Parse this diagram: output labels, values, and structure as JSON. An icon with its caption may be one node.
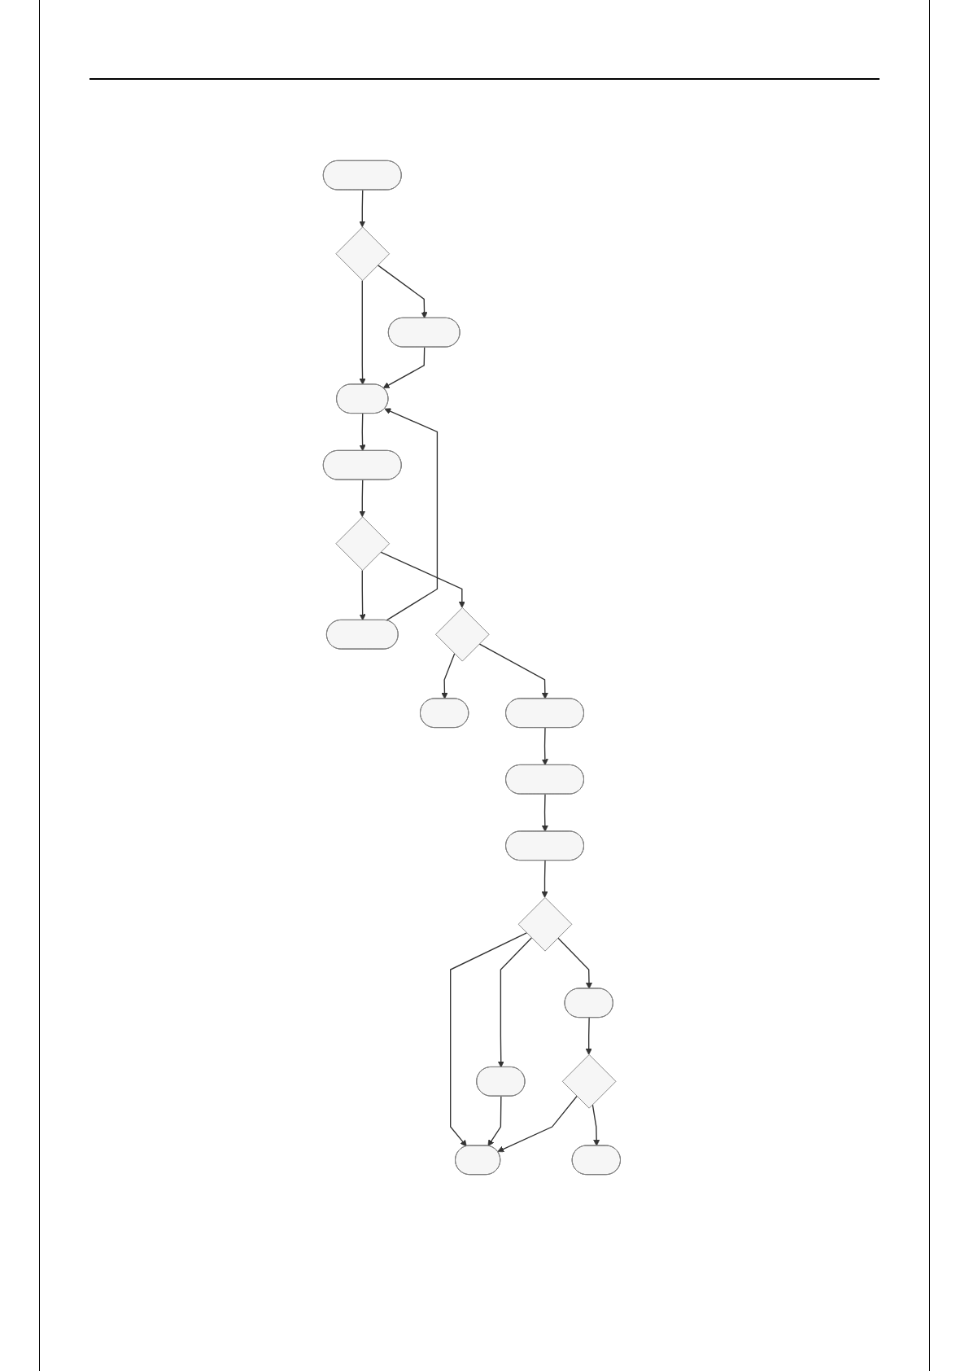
{
  "diagram": {
    "nodes": [
      {
        "text": [],
        "shape": "box"
      },
      {
        "text": [],
        "shape": "diamond"
      },
      {
        "text": [],
        "shape": "box"
      },
      {
        "text": [],
        "shape": "box"
      },
      {
        "text": [],
        "shape": "box"
      },
      {
        "text": [],
        "shape": "diamond"
      },
      {
        "text": [],
        "shape": "box"
      },
      {
        "text": [],
        "shape": "diamond"
      },
      {
        "text": [],
        "shape": "box"
      },
      {
        "text": [],
        "shape": "box"
      },
      {
        "text": [],
        "shape": "box"
      },
      {
        "text": [],
        "shape": "box"
      },
      {
        "text": [],
        "shape": "diamond"
      },
      {
        "text": [],
        "shape": "box"
      },
      {
        "text": [],
        "shape": "box"
      },
      {
        "text": [],
        "shape": "box"
      },
      {
        "text": [],
        "shape": "diamond"
      },
      {
        "text": [],
        "shape": "box"
      }
    ],
    "edges": [
      {
        "from": 0,
        "to": 1,
        "arrow": "to"
      },
      {
        "from": 1,
        "to": 2,
        "arrow": "to"
      },
      {
        "from": 1,
        "to": 3,
        "arrow": "to"
      },
      {
        "from": 2,
        "to": 3,
        "arrow": "to"
      },
      {
        "from": 3,
        "to": 4,
        "arrow": "to"
      },
      {
        "from": 4,
        "to": 5,
        "arrow": "to"
      },
      {
        "from": 5,
        "to": 6,
        "arrow": "to"
      },
      {
        "from": 6,
        "to": 3,
        "arrow": "to"
      },
      {
        "from": 5,
        "to": 7,
        "arrow": "to"
      },
      {
        "from": 7,
        "to": 8,
        "arrow": "to"
      },
      {
        "from": 7,
        "to": 9,
        "arrow": "to"
      },
      {
        "from": 9,
        "to": 10,
        "arrow": "to"
      },
      {
        "from": 10,
        "to": 11,
        "arrow": "to"
      },
      {
        "from": 11,
        "to": 12,
        "arrow": "to"
      },
      {
        "from": 12,
        "to": 13,
        "arrow": "to"
      },
      {
        "from": 12,
        "to": 14,
        "arrow": "to"
      },
      {
        "from": 12,
        "to": 15,
        "arrow": "to"
      },
      {
        "from": 13,
        "to": 15,
        "arrow": "to"
      },
      {
        "from": 14,
        "to": 16,
        "arrow": "to"
      },
      {
        "from": 16,
        "to": 15,
        "arrow": "to"
      },
      {
        "from": 16,
        "to": 17,
        "arrow": "to"
      }
    ]
  }
}
